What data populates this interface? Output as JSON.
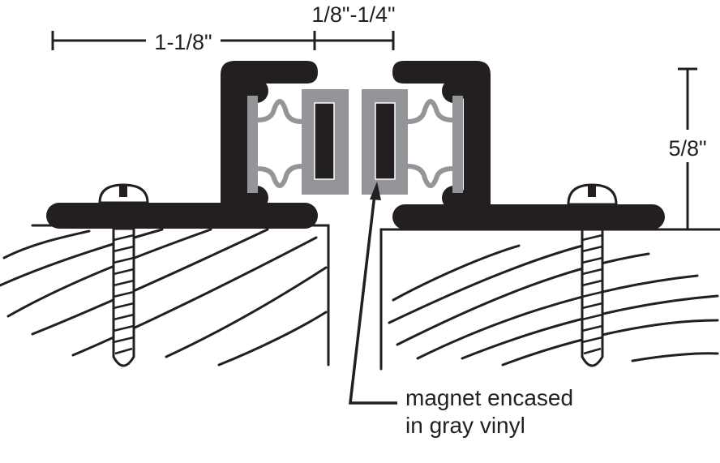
{
  "dimensions": {
    "width_label": "1-1/8\"",
    "gap_label": "1/8\"-1/4\"",
    "height_label": "5/8\""
  },
  "callout": {
    "line1": "magnet encased",
    "line2": "in gray vinyl"
  },
  "colors": {
    "profile": "#231f20",
    "vinyl": "#939598",
    "outline": "#231f20"
  }
}
